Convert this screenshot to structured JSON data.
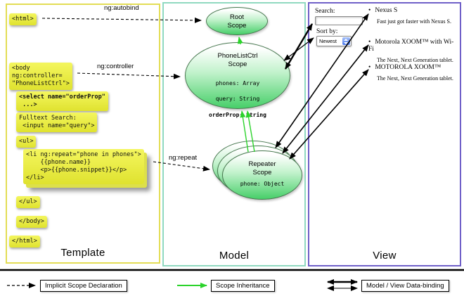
{
  "panels": {
    "template": "Template",
    "model": "Model",
    "view": "View"
  },
  "labels": {
    "autobind": "ng:autobind",
    "controller": "ng:controller",
    "repeat": "ng:repeat"
  },
  "code": {
    "html_open": "<html>",
    "body_open": "<body\nng:controller=\n\"PhoneListCtrl\">",
    "select": "<select name=\"orderProp\"\n ...>",
    "fulltext": "Fulltext Search:\n <input name=\"query\">",
    "ul_open": "<ul>",
    "li_repeat": "<li ng:repeat=\"phone in phones\">\n    {{phone.name}}\n    <p>{{phone.snippet}}</p>\n</li>",
    "ul_close": "</ul>",
    "body_close": "</body>",
    "html_close": "</html>"
  },
  "scopes": {
    "root": {
      "title": "Root\nScope"
    },
    "phonelist": {
      "title": "PhoneListCtrl\nScope",
      "props": [
        "phones: Array",
        "query: String",
        "orderProp: String"
      ]
    },
    "repeater": {
      "title": "Repeater\nScope",
      "prop": "phone: Object"
    }
  },
  "view": {
    "search_label": "Search:",
    "sort_label": "Sort by:",
    "sort_value": "Newest",
    "items": [
      {
        "name": "Nexus S",
        "desc": "Fast just got faster with Nexus S."
      },
      {
        "name": "Motorola XOOM™ with Wi-Fi",
        "desc": "The Next, Next Generation tablet."
      },
      {
        "name": "MOTOROLA XOOM™",
        "desc": "The Next, Next Generation tablet."
      }
    ]
  },
  "legend": {
    "implicit": "Implicit Scope Declaration",
    "inheritance": "Scope Inheritance",
    "binding": "Model / View Data-binding"
  }
}
